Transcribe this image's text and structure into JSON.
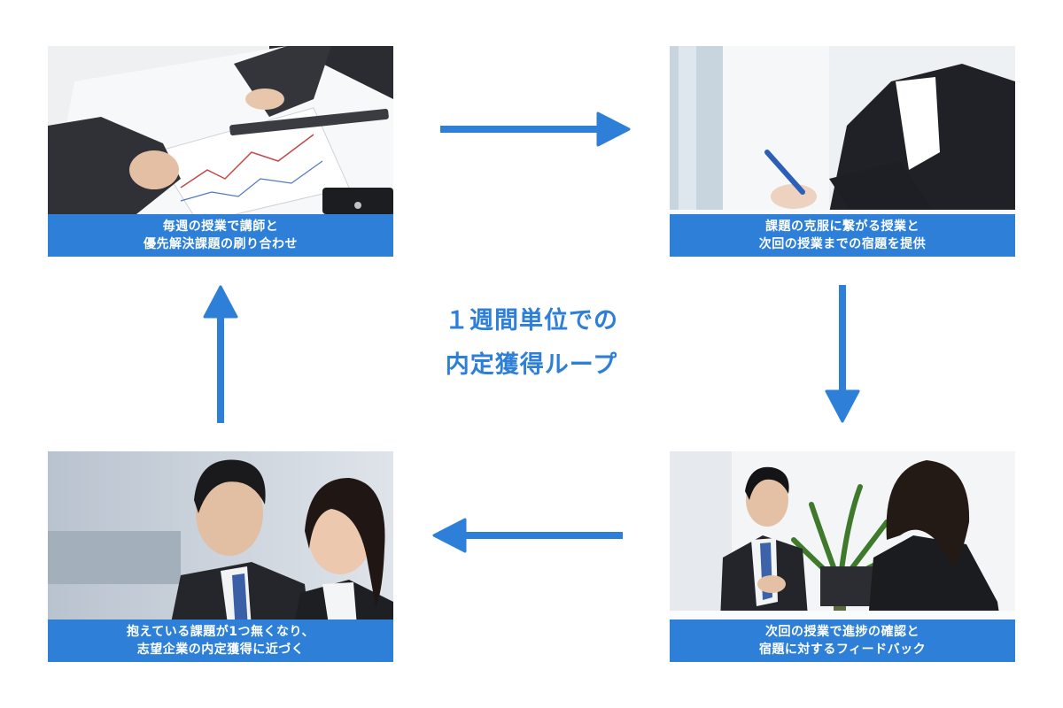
{
  "colors": {
    "accent": "#2d7fd8",
    "caption_text": "#ffffff",
    "background": "#ffffff"
  },
  "center": {
    "line1": "１週間単位での",
    "line2": "内定獲得ループ"
  },
  "steps": [
    {
      "id": "top-left",
      "photo": "tutor-reviewing-documents-photo",
      "line1": "毎週の授業で講師と",
      "line2": "優先解決課題の刷り合わせ"
    },
    {
      "id": "top-right",
      "photo": "businesswoman-writing-photo",
      "line1": "課題の克服に繋がる授業と",
      "line2": "次回の授業までの宿題を提供"
    },
    {
      "id": "bottom-right",
      "photo": "interview-meeting-photo",
      "line1": "次回の授業で進捗の確認と",
      "line2": "宿題に対するフィードバック"
    },
    {
      "id": "bottom-left",
      "photo": "smiling-job-seekers-photo",
      "line1": "抱えている課題が1つ無くなり、",
      "line2": "志望企業の内定獲得に近づく"
    }
  ],
  "arrows": [
    {
      "id": "arrow-right",
      "icon": "arrow-right-icon"
    },
    {
      "id": "arrow-down",
      "icon": "arrow-down-icon"
    },
    {
      "id": "arrow-left",
      "icon": "arrow-left-icon"
    },
    {
      "id": "arrow-up",
      "icon": "arrow-up-icon"
    }
  ]
}
